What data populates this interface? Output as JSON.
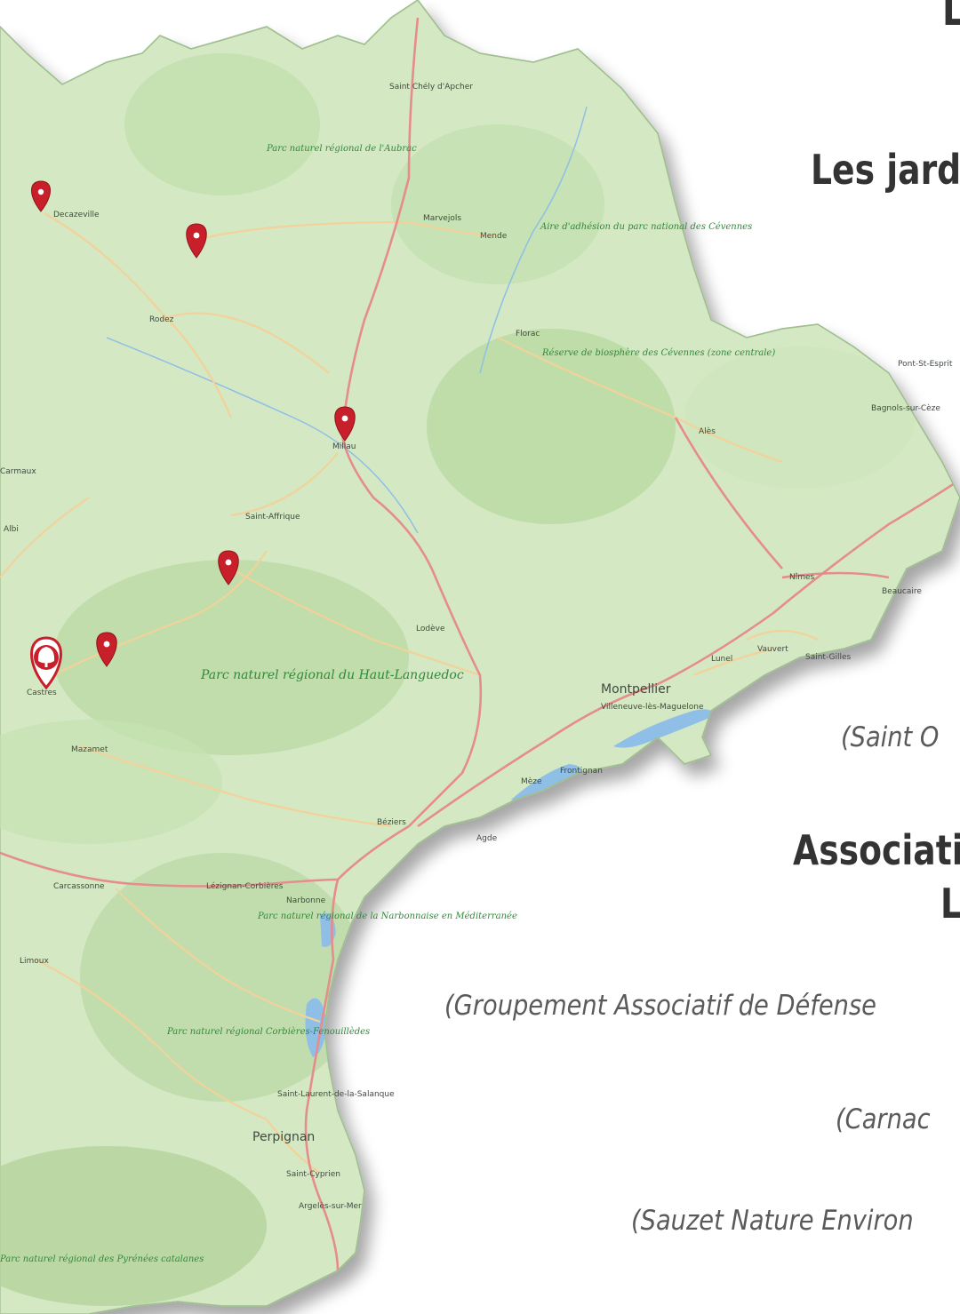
{
  "text_panel": {
    "heading_top": "L",
    "heading_gardens": "Les jard",
    "caption_saint": "(Saint O",
    "heading_assoc": "Associati",
    "heading_assoc2": "L",
    "caption_group": "(Groupement Associatif de Défense",
    "caption_carnac": "(Carnac",
    "caption_sauzet": "(Sauzet Nature Environ"
  },
  "map": {
    "colors": {
      "land": "#d4e8c4",
      "forest": "#b9d9a3",
      "water": "#8fbfe6",
      "road_main": "#e58c8c",
      "road_secondary": "#f3d29a",
      "marker": "#c8202b"
    },
    "places": {
      "saint_chely": "Saint Chély d'Apcher",
      "aubrac_park": "Parc naturel régional de l'Aubrac",
      "marvejols": "Marvejols",
      "mende": "Mende",
      "cevennes_adhesion": "Aire d'adhésion du parc national des Cévennes",
      "decazeville": "Decazeville",
      "rodez": "Rodez",
      "florac": "Florac",
      "cevennes_reserve": "Réserve de biosphère des Cévennes (zone centrale)",
      "millau": "Millau",
      "ales": "Alès",
      "bagnols": "Bagnols-sur-Cèze",
      "pont": "Pont-St-Esprit",
      "carmaux": "Carmaux",
      "albi": "Albi",
      "saint_affrique": "Saint-Affrique",
      "nimes": "Nîmes",
      "beaucaire": "Beaucaire",
      "lodeve": "Lodève",
      "lunel": "Lunel",
      "vauvert": "Vauvert",
      "saint_gilles": "Saint-Gilles",
      "montpellier": "Montpellier",
      "villeneuve": "Villeneuve-lès-Maguelone",
      "haut_languedoc": "Parc naturel régional du Haut-Languedoc",
      "castres": "Castres",
      "mazamet": "Mazamet",
      "frontignan": "Frontignan",
      "meze": "Mèze",
      "beziers": "Béziers",
      "agde": "Agde",
      "carcassonne": "Carcassonne",
      "lezignan": "Lézignan-Corbières",
      "narbonne": "Narbonne",
      "narbonnaise_park": "Parc naturel régional de la Narbonnaise en Méditerranée",
      "limoux": "Limoux",
      "corbieres_park": "Parc naturel régional Corbières-Fenouillèdes",
      "saint_laurent": "Saint-Laurent-de-la-Salanque",
      "perpignan": "Perpignan",
      "saint_cyprien": "Saint-Cyprien",
      "argeles": "Argelès-sur-Mer",
      "pyrenees_park": "Parc naturel régional des Pyrénées catalanes"
    }
  }
}
